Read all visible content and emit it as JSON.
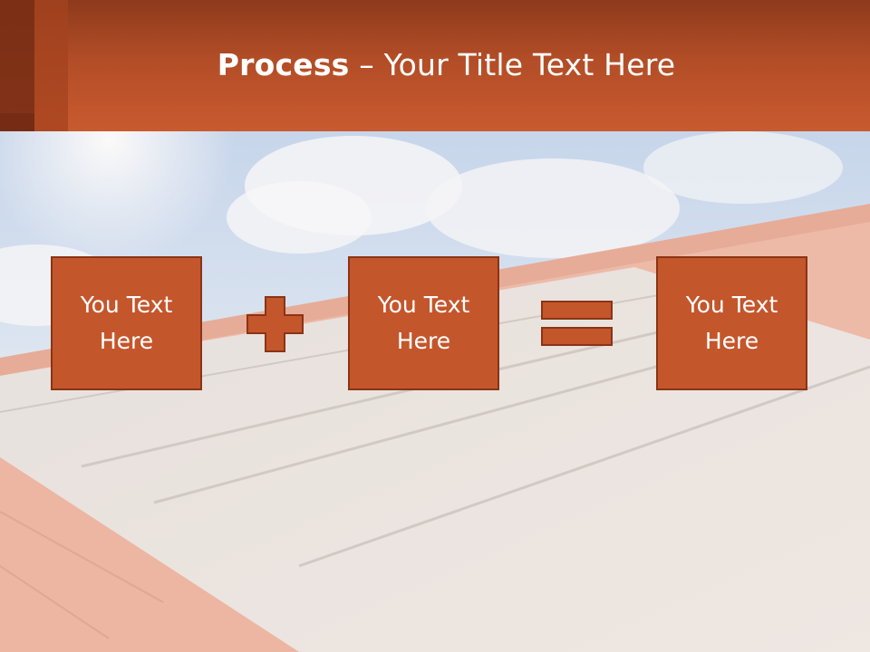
{
  "header": {
    "title_bold": "Process",
    "title_rest": " – Your Title Text Here"
  },
  "boxes": [
    {
      "label": "You Text\nHere"
    },
    {
      "label": "You Text\nHere"
    },
    {
      "label": "You Text\nHere"
    }
  ],
  "operators": {
    "plus_icon": "plus-icon",
    "equals_icon": "equals-icon"
  },
  "colors": {
    "accent": "#c4562c",
    "accent_border": "#8a3415",
    "header_dark": "#8e3a1c",
    "text": "#ffffff"
  }
}
